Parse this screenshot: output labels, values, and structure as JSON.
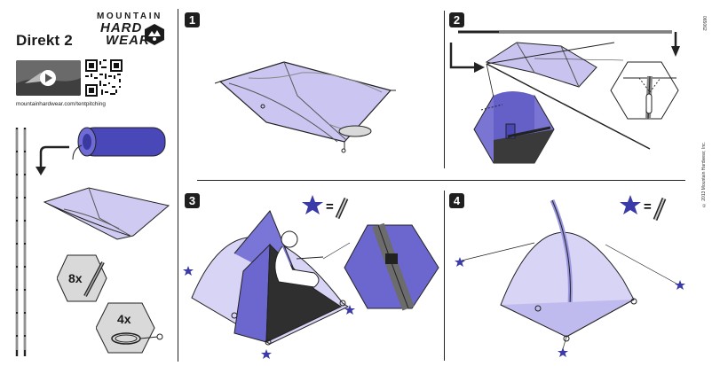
{
  "header": {
    "title": "Direkt 2",
    "brand_line1": "MOUNTAIN",
    "brand_line2": "HARD",
    "brand_line3": "WEAR",
    "url": "mountainhardwear.com/tentpitching"
  },
  "steps": [
    {
      "number": "1"
    },
    {
      "number": "2"
    },
    {
      "number": "3",
      "equals": "="
    },
    {
      "number": "4",
      "equals": "="
    }
  ],
  "contents": {
    "stakes_count": "8x",
    "guyline_count": "4x"
  },
  "side": {
    "code": "065062",
    "copyright": "© 2013 Mountain Hardwear, Inc."
  },
  "colors": {
    "tent_fill": "#c9c4ef",
    "tent_dark": "#4a47b8",
    "star": "#3a3aa8"
  }
}
